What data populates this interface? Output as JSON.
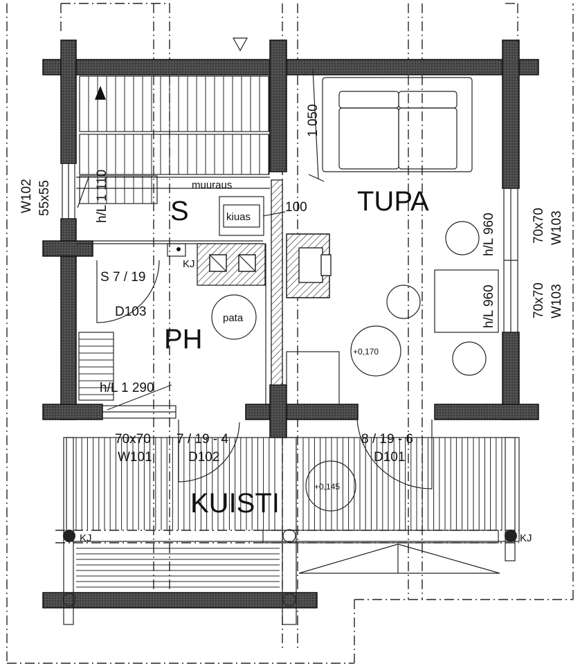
{
  "rooms": {
    "sauna": "S",
    "washroom": "PH",
    "living": "TUPA",
    "porch": "KUISTI"
  },
  "fixtures": {
    "stove": "kiuas",
    "kettle": "pata",
    "masonry": "muuraus",
    "floor_drain": "KJ",
    "drain_left": "KJ",
    "drain_right": "KJ"
  },
  "dimensions": {
    "bench_height": "1 050",
    "sill_height_sauna": "h/L 1 110",
    "wall_gap": "100",
    "sill_height_ph": "h/L 1 290",
    "sill_height_tupa_top": "h/L 960",
    "sill_height_tupa_bottom": "h/L 960"
  },
  "doors": {
    "d103_size": "S 7 / 19",
    "d103_id": "D103",
    "d102_size": "7 / 19 - 4",
    "d102_id": "D102",
    "d101_size": "8 / 19 - 6",
    "d101_id": "D101"
  },
  "windows": {
    "w101_size": "70x70",
    "w101_id": "W101",
    "w102_id": "W102",
    "w102_size": "55x55",
    "w103a_size": "70x70",
    "w103a_id": "W103",
    "w103b_size": "70x70",
    "w103b_id": "W103"
  },
  "levels": {
    "tupa_floor": "+0,170",
    "porch_floor": "+0,145"
  }
}
